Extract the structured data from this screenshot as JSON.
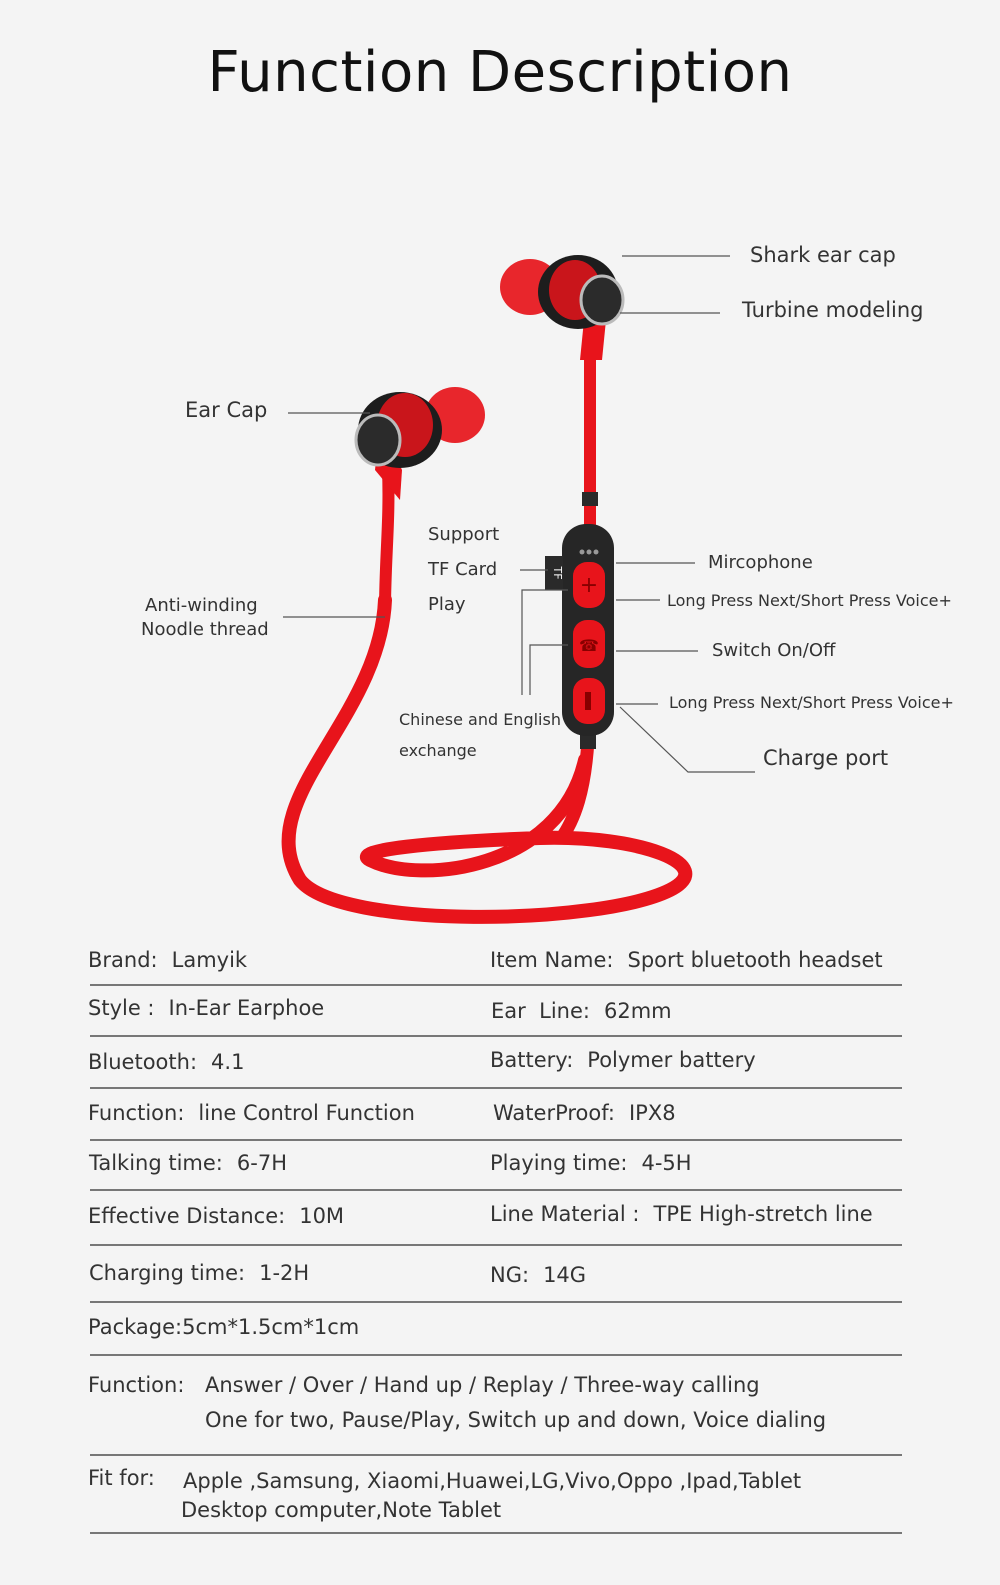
{
  "title": "Function Description",
  "labels": {
    "shark_ear_cap": "Shark ear cap",
    "turbine_modeling": "Turbine modeling",
    "ear_cap": "Ear Cap",
    "support_tf_1": "Support",
    "support_tf_2": "TF Card",
    "support_tf_3": "Play",
    "tf_tag": "TF",
    "anti_winding_1": "Anti-winding",
    "anti_winding_2": "Noodle thread",
    "microphone": "Mircophone",
    "volume_plus": "Long Press Next/Short Press Voice+",
    "switch": "Switch On/Off",
    "volume_minus": "Long Press Next/Short Press Voice+",
    "charge_port": "Charge port",
    "lang_1": "Chinese and English",
    "lang_2": "exchange"
  },
  "specs": {
    "brand": {
      "k": "Brand:",
      "v": "Lamyik"
    },
    "item_name": {
      "k": "Item Name:",
      "v": "Sport bluetooth headset"
    },
    "style": {
      "k": "Style :",
      "v": "In-Ear Earphoe"
    },
    "ear_line": {
      "k": "Ear  Line:",
      "v": "62mm"
    },
    "bluetooth": {
      "k": "Bluetooth:",
      "v": "4.1"
    },
    "battery": {
      "k": "Battery:",
      "v": "Polymer battery"
    },
    "function": {
      "k": "Function:",
      "v": "line Control Function"
    },
    "waterproof": {
      "k": "WaterProof:",
      "v": "IPX8"
    },
    "talking": {
      "k": "Talking time:",
      "v": "6-7H"
    },
    "playing": {
      "k": "Playing time:",
      "v": "4-5H"
    },
    "distance": {
      "k": "Effective Distance:",
      "v": "10M"
    },
    "line_material": {
      "k": "Line Material :",
      "v": "TPE High-stretch line"
    },
    "charging": {
      "k": "Charging time:",
      "v": "1-2H"
    },
    "ng": {
      "k": "NG:",
      "v": "14G"
    },
    "package": "Package:5cm*1.5cm*1cm",
    "function2": {
      "k": "Function:",
      "v1": "Answer / Over / Hand up / Replay / Three-way calling",
      "v2": "One for two, Pause/Play, Switch up and down, Voice dialing"
    },
    "fit": {
      "k": "Fit for:",
      "v1": "Apple ,Samsung, Xiaomi,Huawei,LG,Vivo,Oppo ,Ipad,Tablet",
      "v2": "Desktop computer,Note Tablet"
    }
  },
  "colors": {
    "cable": "#e8141b",
    "earbud": "#1a1a1a",
    "tip": "#e8262c"
  }
}
